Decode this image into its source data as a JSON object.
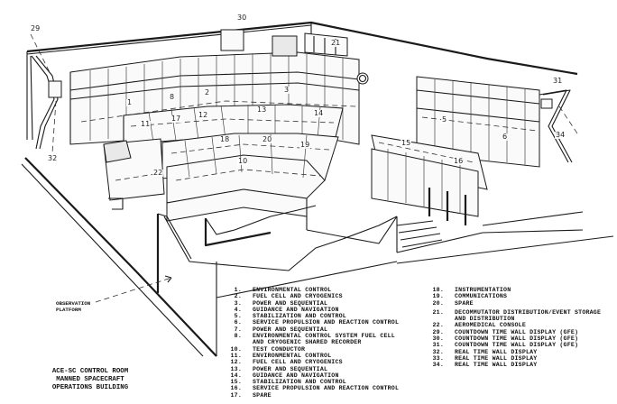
{
  "title_block": {
    "lines": [
      "ACE-SC CONTROL ROOM",
      "MANNED SPACECRAFT",
      "OPERATIONS BUILDING"
    ]
  },
  "observation_label": {
    "lines": [
      "OBSERVATION",
      "PLATFORM"
    ]
  },
  "callouts": {
    "c1": "1",
    "c2": "2",
    "c3": "3",
    "c5": "5",
    "c6": "6",
    "c8": "8",
    "c10": "10",
    "c11": "11",
    "c12": "12",
    "c13": "13",
    "c14": "14",
    "c15": "15",
    "c16": "16",
    "c17": "17",
    "c18": "18",
    "c19": "19",
    "c20": "20",
    "c21": "21",
    "c22": "22",
    "c29": "29",
    "c30": "30",
    "c31": "31",
    "c32": "32",
    "c34": "34"
  },
  "legend_left": [
    {
      "num": "1.",
      "text": "ENVIRONMENTAL CONTROL"
    },
    {
      "num": "2.",
      "text": "FUEL CELL AND CRYOGENICS"
    },
    {
      "num": "3.",
      "text": "POWER AND SEQUENTIAL"
    },
    {
      "num": "4.",
      "text": "GUIDANCE AND NAVIGATION"
    },
    {
      "num": "5.",
      "text": "STABILIZATION AND CONTROL"
    },
    {
      "num": "6.",
      "text": "SERVICE PROPULSION AND REACTION CONTROL"
    },
    {
      "num": "7.",
      "text": "POWER AND SEQUENTIAL"
    },
    {
      "num": "8.",
      "text": "ENVIRONMENTAL CONTROL SYSTEM FUEL CELL\nAND CRYOGENIC SHARED RECORDER"
    },
    {
      "num": "10.",
      "text": "TEST CONDUCTOR"
    },
    {
      "num": "11.",
      "text": "ENVIRONMENTAL CONTROL"
    },
    {
      "num": "12.",
      "text": "FUEL CELL AND CRYOGENICS"
    },
    {
      "num": "13.",
      "text": "POWER AND SEQUENTIAL"
    },
    {
      "num": "14.",
      "text": "GUIDANCE AND NAVIGATION"
    },
    {
      "num": "15.",
      "text": "STABILIZATION AND CONTROL"
    },
    {
      "num": "16.",
      "text": "SERVICE PROPULSION AND REACTION CONTROL"
    },
    {
      "num": "17.",
      "text": "SPARE"
    }
  ],
  "legend_right": [
    {
      "num": "18.",
      "text": "INSTRUMENTATION"
    },
    {
      "num": "19.",
      "text": "COMMUNICATIONS"
    },
    {
      "num": "20.",
      "text": "SPARE"
    },
    {
      "num": "21.",
      "text": "DECOMMUTATOR DISTRIBUTION/EVENT STORAGE\nAND DISTRIBUTION",
      "gap_before": true
    },
    {
      "num": "22.",
      "text": "AEROMEDICAL CONSOLE"
    },
    {
      "num": "29.",
      "text": "COUNTDOWN TIME WALL DISPLAY (GFE)"
    },
    {
      "num": "30.",
      "text": "COUNTDOWN TIME WALL DISPLAY (GFE)"
    },
    {
      "num": "31.",
      "text": "COUNTDOWN TIME WALL DISPLAY (GFE)"
    },
    {
      "num": "32.",
      "text": "REAL TIME WALL DISPLAY"
    },
    {
      "num": "33.",
      "text": "REAL TIME WALL DISPLAY"
    },
    {
      "num": "34.",
      "text": "REAL TIME WALL DISPLAY"
    }
  ]
}
